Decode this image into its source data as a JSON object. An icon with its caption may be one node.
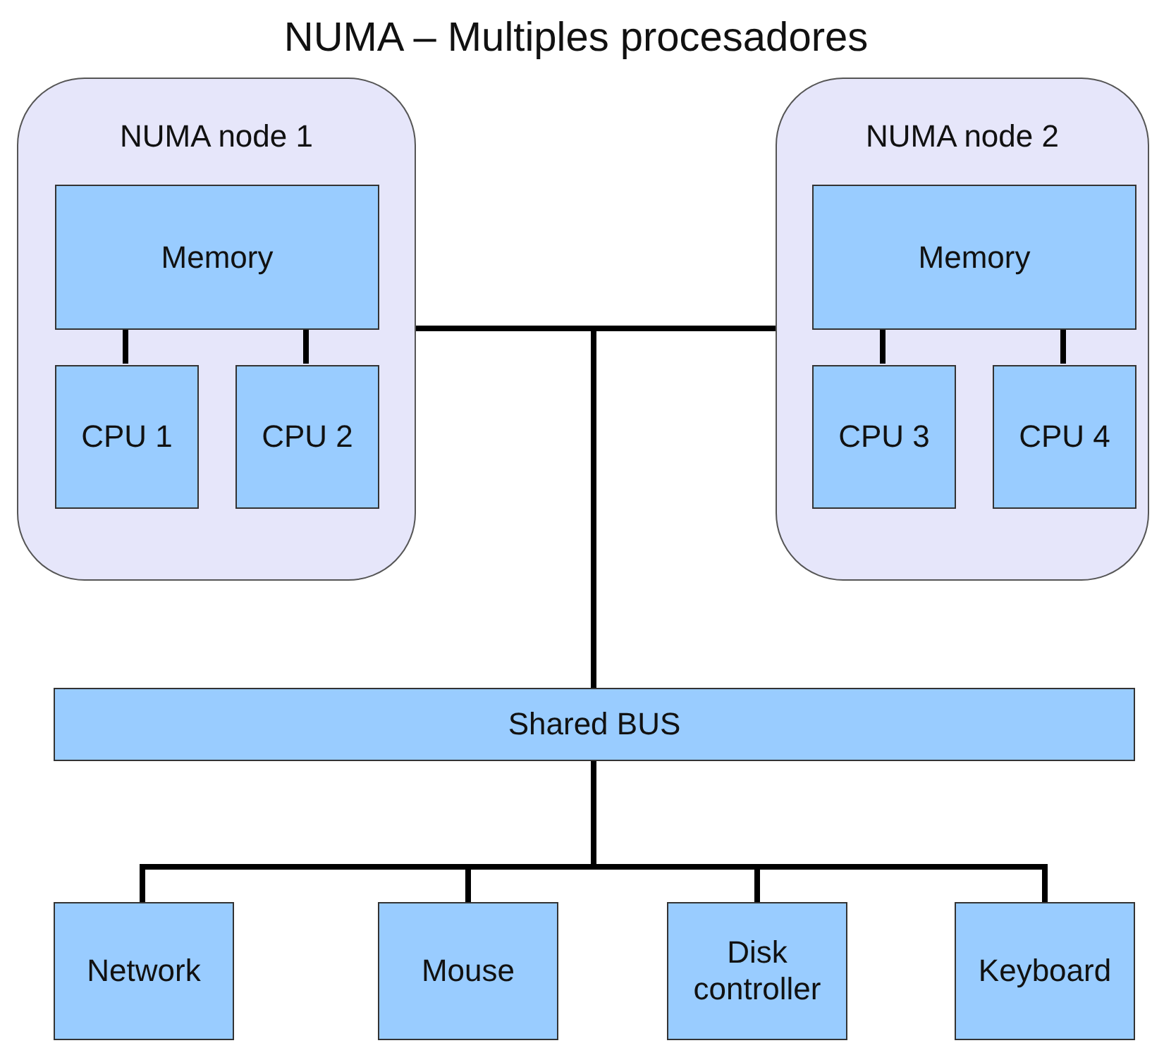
{
  "diagram": {
    "title": "NUMA – Multiples procesadores",
    "nodes": [
      {
        "text": [
          "NUMA node 1"
        ]
      },
      {
        "text": [
          "Memory"
        ],
        "in": 0
      },
      {
        "text": [
          "CPU 1"
        ],
        "in": 0
      },
      {
        "text": [
          "CPU 2"
        ],
        "in": 0
      },
      {
        "text": [
          "NUMA node 2"
        ]
      },
      {
        "text": [
          "Memory"
        ],
        "in": 4
      },
      {
        "text": [
          "CPU 3"
        ],
        "in": 4
      },
      {
        "text": [
          "CPU 4"
        ],
        "in": 4
      },
      {
        "text": [
          "Shared BUS"
        ]
      },
      {
        "text": [
          "Network"
        ]
      },
      {
        "text": [
          "Mouse"
        ]
      },
      {
        "text": [
          "Disk controller"
        ]
      },
      {
        "text": [
          "Keyboard"
        ]
      }
    ],
    "edges": [
      {
        "from": 1,
        "to": 2,
        "arrow": "none"
      },
      {
        "from": 1,
        "to": 3,
        "arrow": "none"
      },
      {
        "from": 5,
        "to": 6,
        "arrow": "none"
      },
      {
        "from": 5,
        "to": 7,
        "arrow": "none"
      },
      {
        "from": 0,
        "to": 8,
        "arrow": "none"
      },
      {
        "from": 4,
        "to": 8,
        "arrow": "none"
      },
      {
        "from": 8,
        "to": 9,
        "arrow": "none"
      },
      {
        "from": 8,
        "to": 10,
        "arrow": "none"
      },
      {
        "from": 8,
        "to": 11,
        "arrow": "none"
      },
      {
        "from": 8,
        "to": 12,
        "arrow": "none"
      }
    ]
  }
}
